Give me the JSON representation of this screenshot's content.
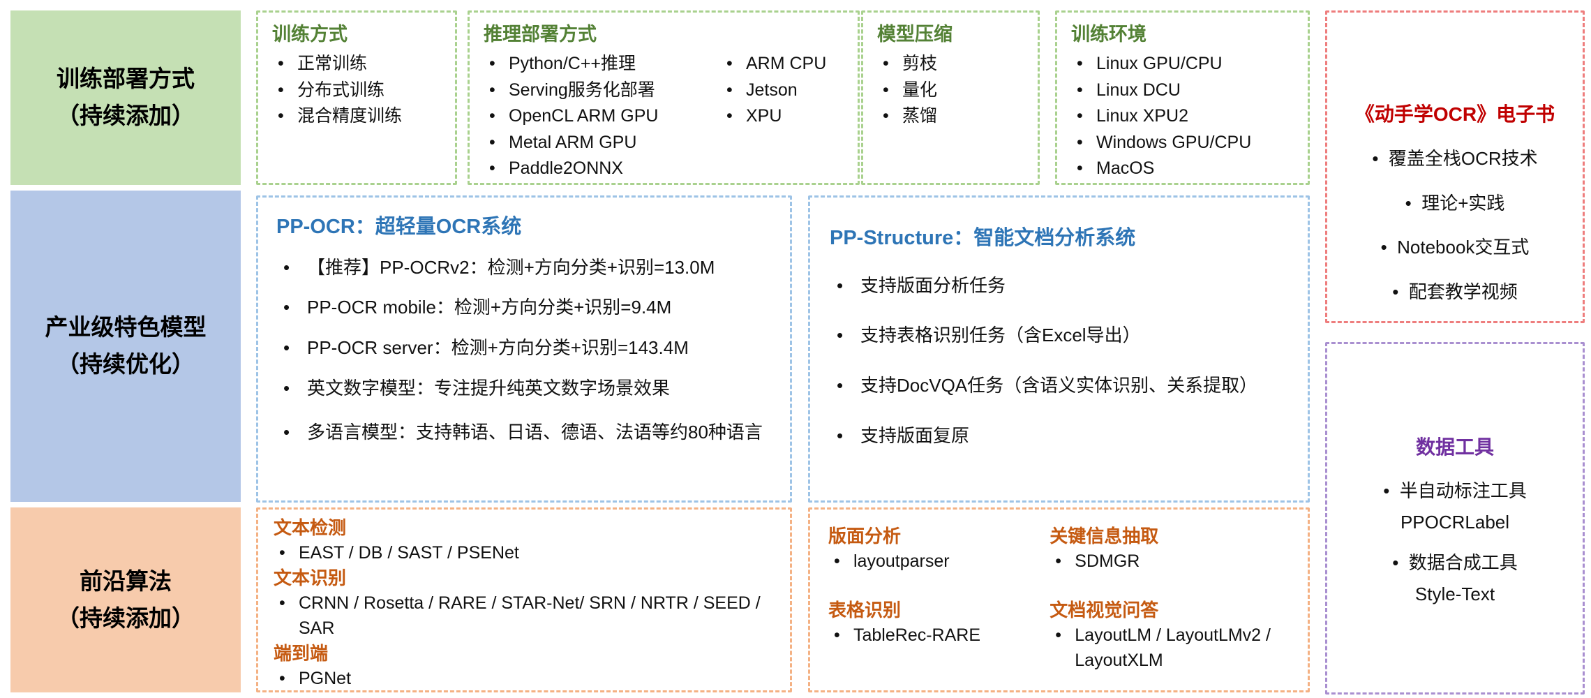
{
  "row_labels": {
    "training_deploy": {
      "line1": "训练部署方式",
      "line2": "（持续添加）"
    },
    "industrial_models": {
      "line1": "产业级特色模型",
      "line2": "（持续优化）"
    },
    "frontier_algorithms": {
      "line1": "前沿算法",
      "line2": "（持续添加）"
    }
  },
  "training_methods": {
    "title": "训练方式",
    "items": [
      "正常训练",
      "分布式训练",
      "混合精度训练"
    ]
  },
  "inference_deployment": {
    "title": "推理部署方式",
    "items_col1": [
      "Python/C++推理",
      "Serving服务化部署",
      "OpenCL ARM GPU",
      "Metal ARM GPU",
      "Paddle2ONNX"
    ],
    "items_col2": [
      "ARM CPU",
      "Jetson",
      "XPU"
    ]
  },
  "model_compression": {
    "title": "模型压缩",
    "items": [
      "剪枝",
      "量化",
      "蒸馏"
    ]
  },
  "training_environments": {
    "title": "训练环境",
    "items": [
      "Linux GPU/CPU",
      "Linux DCU",
      "Linux XPU2",
      "Windows GPU/CPU",
      "MacOS"
    ]
  },
  "pp_ocr": {
    "title": "PP-OCR：超轻量OCR系统",
    "items": [
      "【推荐】PP-OCRv2：检测+方向分类+识别=13.0M",
      "PP-OCR mobile：检测+方向分类+识别=9.4M",
      "PP-OCR server：检测+方向分类+识别=143.4M",
      "英文数字模型：专注提升纯英文数字场景效果",
      "多语言模型：支持韩语、日语、德语、法语等约80种语言"
    ]
  },
  "pp_structure": {
    "title": "PP-Structure：智能文档分析系统",
    "items": [
      "支持版面分析任务",
      "支持表格识别任务（含Excel导出）",
      "支持DocVQA任务（含语义实体识别、关系提取）",
      "支持版面复原"
    ]
  },
  "algorithms": {
    "text_detection": {
      "title": "文本检测",
      "item": "EAST / DB / SAST / PSENet"
    },
    "text_recognition": {
      "title": "文本识别",
      "item": "CRNN / Rosetta / RARE / STAR-Net/ SRN / NRTR / SEED / SAR"
    },
    "end_to_end": {
      "title": "端到端",
      "item": "PGNet"
    },
    "layout_analysis": {
      "title": "版面分析",
      "item": "layoutparser"
    },
    "table_recognition": {
      "title": "表格识别",
      "item": "TableRec-RARE"
    },
    "key_information_extraction": {
      "title": "关键信息抽取",
      "item": "SDMGR"
    },
    "document_vqa": {
      "title": "文档视觉问答",
      "item": "LayoutLM / LayoutLMv2 / LayoutXLM"
    }
  },
  "ebook": {
    "title": "《动手学OCR》电子书",
    "items": [
      "覆盖全栈OCR技术",
      "理论+实践",
      "Notebook交互式",
      "配套教学视频"
    ]
  },
  "data_tools": {
    "title": "数据工具",
    "items": [
      {
        "line1": "半自动标注工具",
        "line2": "PPOCRLabel"
      },
      {
        "line1": "数据合成工具",
        "line2": "Style-Text"
      }
    ]
  },
  "colors": {
    "green_bg": "#c5e0b4",
    "blue_bg": "#b4c7e7",
    "orange_bg": "#f7cbac",
    "green_border": "#a9d18e",
    "green_title": "#538135",
    "blue_border": "#9dc3e6",
    "blue_title": "#2e75b6",
    "orange_border": "#f4b183",
    "orange_title": "#c55a11",
    "red_border": "#ee7d7d",
    "red_title": "#c00000",
    "purple_border": "#a98fd0",
    "purple_title": "#7030a0"
  }
}
